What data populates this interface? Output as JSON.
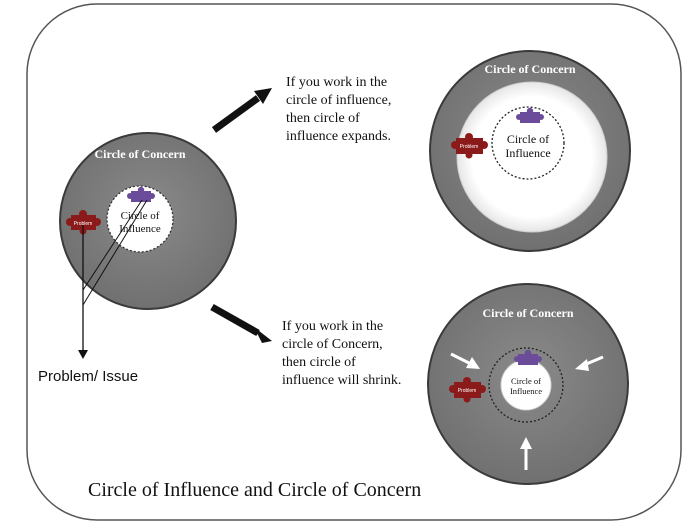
{
  "diagram": {
    "title": "Circle of Influence and Circle of Concern",
    "concern_label": "Circle of Concern",
    "influence_label_line1": "Circle of",
    "influence_label_line2": "Influence",
    "puzzle_label": "Problem",
    "issue_label": "Problem/ Issue",
    "expand_note": "If you work in the\ncircle of influence,\nthen circle of\ninfluence expands.",
    "shrink_note": "If you work in the\ncircle of Concern,\nthen circle of\ninfluence will shrink.",
    "colors": {
      "concern_fill": "#7b7b7b",
      "concern_edge": "#3a3a3a",
      "influence_fill": "#ffffff",
      "problem_piece": "#8b1a1a",
      "influence_piece": "#6b4c9a",
      "frame": "#555555"
    }
  }
}
